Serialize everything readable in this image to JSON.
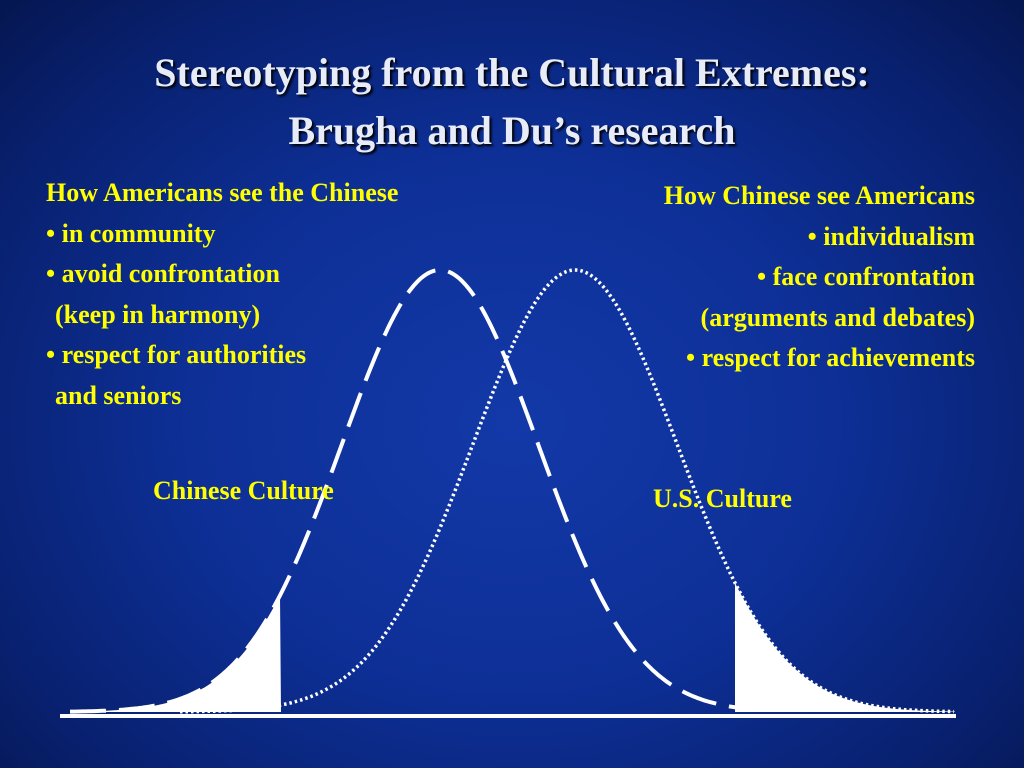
{
  "slide": {
    "title_line1": "Stereotyping from the Cultural Extremes:",
    "title_line2": "Brugha and Du’s research"
  },
  "left_block": {
    "heading": "How Americans see the Chinese",
    "lines": [
      "• in community",
      "• avoid confrontation",
      "(keep in harmony)",
      "• respect for authorities",
      "and seniors"
    ]
  },
  "right_block": {
    "heading": "How Chinese see Americans",
    "lines": [
      "• individualism",
      "• face confrontation",
      "(arguments and debates)",
      "• respect for achievements"
    ]
  },
  "labels": {
    "chinese_culture": "Chinese Culture",
    "us_culture": "U.S. Culture"
  },
  "colors": {
    "background": "#0d2f96",
    "text_highlight": "#ffff00",
    "title": "#e8ecf8",
    "curves": "#ffffff"
  }
}
